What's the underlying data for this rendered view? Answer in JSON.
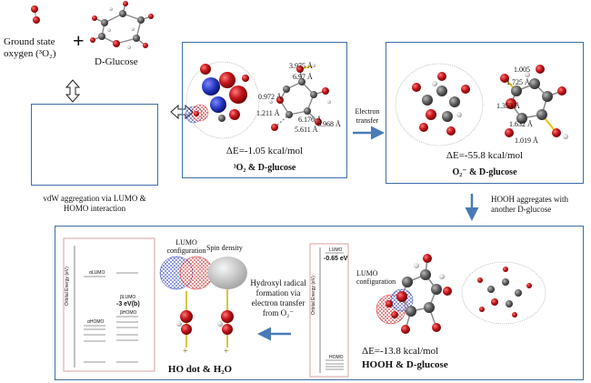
{
  "top_left": {
    "ground_state_line1": "Ground state",
    "ground_state_line2": "oxygen (³O₂)",
    "plus": "+",
    "glucose_label": "D-Glucose",
    "vdw_line1": "vdW aggregation via LUMO &",
    "vdw_line2": "HOMO interaction"
  },
  "panel_o2_glucose": {
    "energy": "ΔE=-1.05 kcal/mol",
    "title": "³O₂ & D-glucose",
    "distances": [
      "3.975 Å",
      "6.97 Å",
      "0.972 Å",
      "1.211 Å",
      "6.176 Å",
      "6.968 Å",
      "5.611 Å"
    ]
  },
  "electron_transfer": {
    "line1": "Electron",
    "line2": "transfer"
  },
  "panel_superoxide": {
    "energy": "ΔE=-55.8 kcal/mol",
    "title": "O₂⁻ & D-glucose",
    "distances": [
      "1.005",
      "1.725 Å",
      "1.353 Å",
      "1.632 Å",
      "1.019 Å"
    ]
  },
  "hooh_note": {
    "line1": "HOOH aggregates with",
    "line2": "another D-glucose"
  },
  "bottom": {
    "orbital_chart_left": {
      "ylabel": "Orbital Energy (eV)",
      "levels": [
        "αLUMO",
        "βLUMO",
        "-3 eV(b)",
        "αHOMO",
        "βHOMO"
      ]
    },
    "lumo_config_left": {
      "line1": "LUMO",
      "line2": "configuration"
    },
    "spin_density": "Spin density",
    "hydroxyl_text": [
      "Hydroxyl radical",
      "formation via",
      "electron transfer",
      "from O₂⁻"
    ],
    "ho_title": "HO dot & H₂O",
    "orbital_chart_right": {
      "ylabel": "Orbital Energy (eV)",
      "lumo_label": "LUMO",
      "lumo_value": "-0.65 eV",
      "homo_label": "HOMO"
    },
    "lumo_config_right": {
      "line1": "LUMO",
      "line2": "configuration"
    },
    "energy": "ΔE=-13.8 kcal/mol",
    "title": "HOOH & D-glucose"
  },
  "colors": {
    "frame": "#3b6ea8",
    "arrow": "#4a7bb7",
    "oxygen": "#c4161c",
    "carbon": "#606060",
    "hydrogen": "#d8d8d8",
    "lumo_blue": "#2233bb",
    "orbital_red": "#cc1b1b"
  }
}
